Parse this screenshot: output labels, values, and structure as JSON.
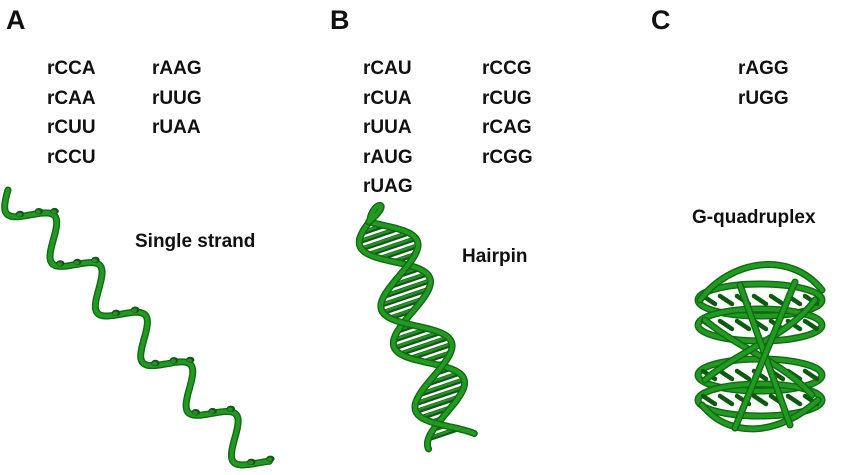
{
  "panels": [
    {
      "letter": "A",
      "label": "Single strand",
      "columns": [
        [
          "rCCA",
          "rCAA",
          "rCUU",
          "rCCU"
        ],
        [
          "rAAG",
          "rUUG",
          "rUAA"
        ]
      ]
    },
    {
      "letter": "B",
      "label": "Hairpin",
      "columns": [
        [
          "rCAU",
          "rCUA",
          "rUUA",
          "rAUG",
          "rUAG"
        ],
        [
          "rCCG",
          "rCUG",
          "rCAG",
          "rCGG"
        ]
      ]
    },
    {
      "letter": "C",
      "label": "G-quadruplex",
      "columns": [
        [
          "rAGG",
          "rUGG"
        ]
      ]
    }
  ],
  "colors": {
    "backbone": "#229a22",
    "backbone_dark": "#0f6a12",
    "base": "#2b8c2b",
    "base_dark": "#0c5a0f",
    "text": "#111111"
  }
}
